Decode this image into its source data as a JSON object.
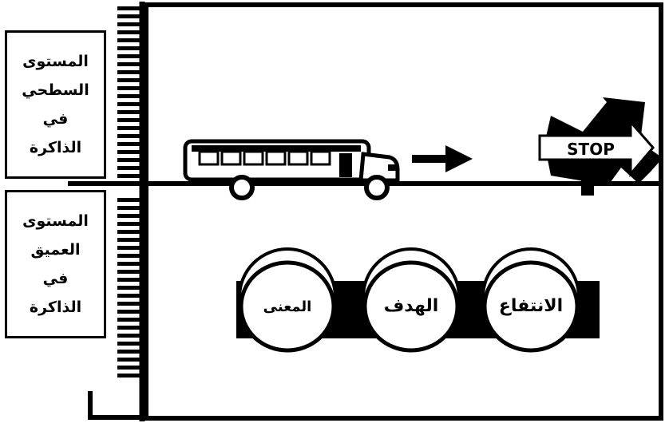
{
  "levels": {
    "surface": [
      "المستوى",
      "السطحي",
      "في",
      "الذاكرة"
    ],
    "deep": [
      "المستوى",
      "العميق",
      "في",
      "الذاكرة"
    ]
  },
  "sign": {
    "text": "STOP"
  },
  "circles": [
    "المعنى",
    "الهدف",
    "الانتفاع"
  ],
  "colors": {
    "ink": "#000000",
    "paper": "#ffffff"
  }
}
